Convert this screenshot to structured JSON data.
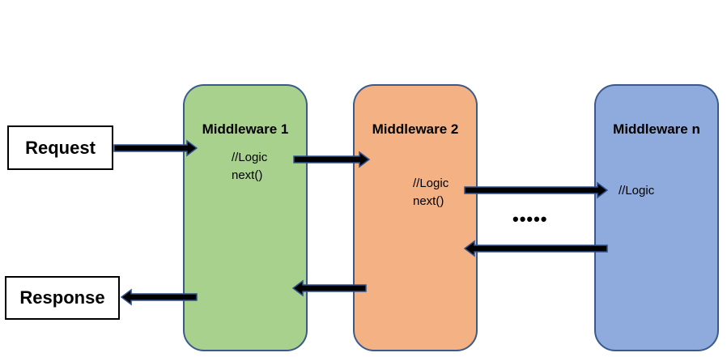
{
  "request": {
    "label": "Request"
  },
  "response": {
    "label": "Response"
  },
  "middlewares": [
    {
      "title": "Middleware 1",
      "code": [
        "//Logic",
        "next()"
      ],
      "color": "#a9d18e"
    },
    {
      "title": "Middleware 2",
      "code": [
        "//Logic",
        "next()"
      ],
      "color": "#f4b183"
    },
    {
      "title": "Middleware n",
      "code": [
        "//Logic"
      ],
      "color": "#8faadc"
    }
  ],
  "ellipsis": "•••••",
  "colors": {
    "border": "#3a5a8c",
    "arrow_fill": "#000000",
    "arrow_stroke": "#2f528f"
  }
}
